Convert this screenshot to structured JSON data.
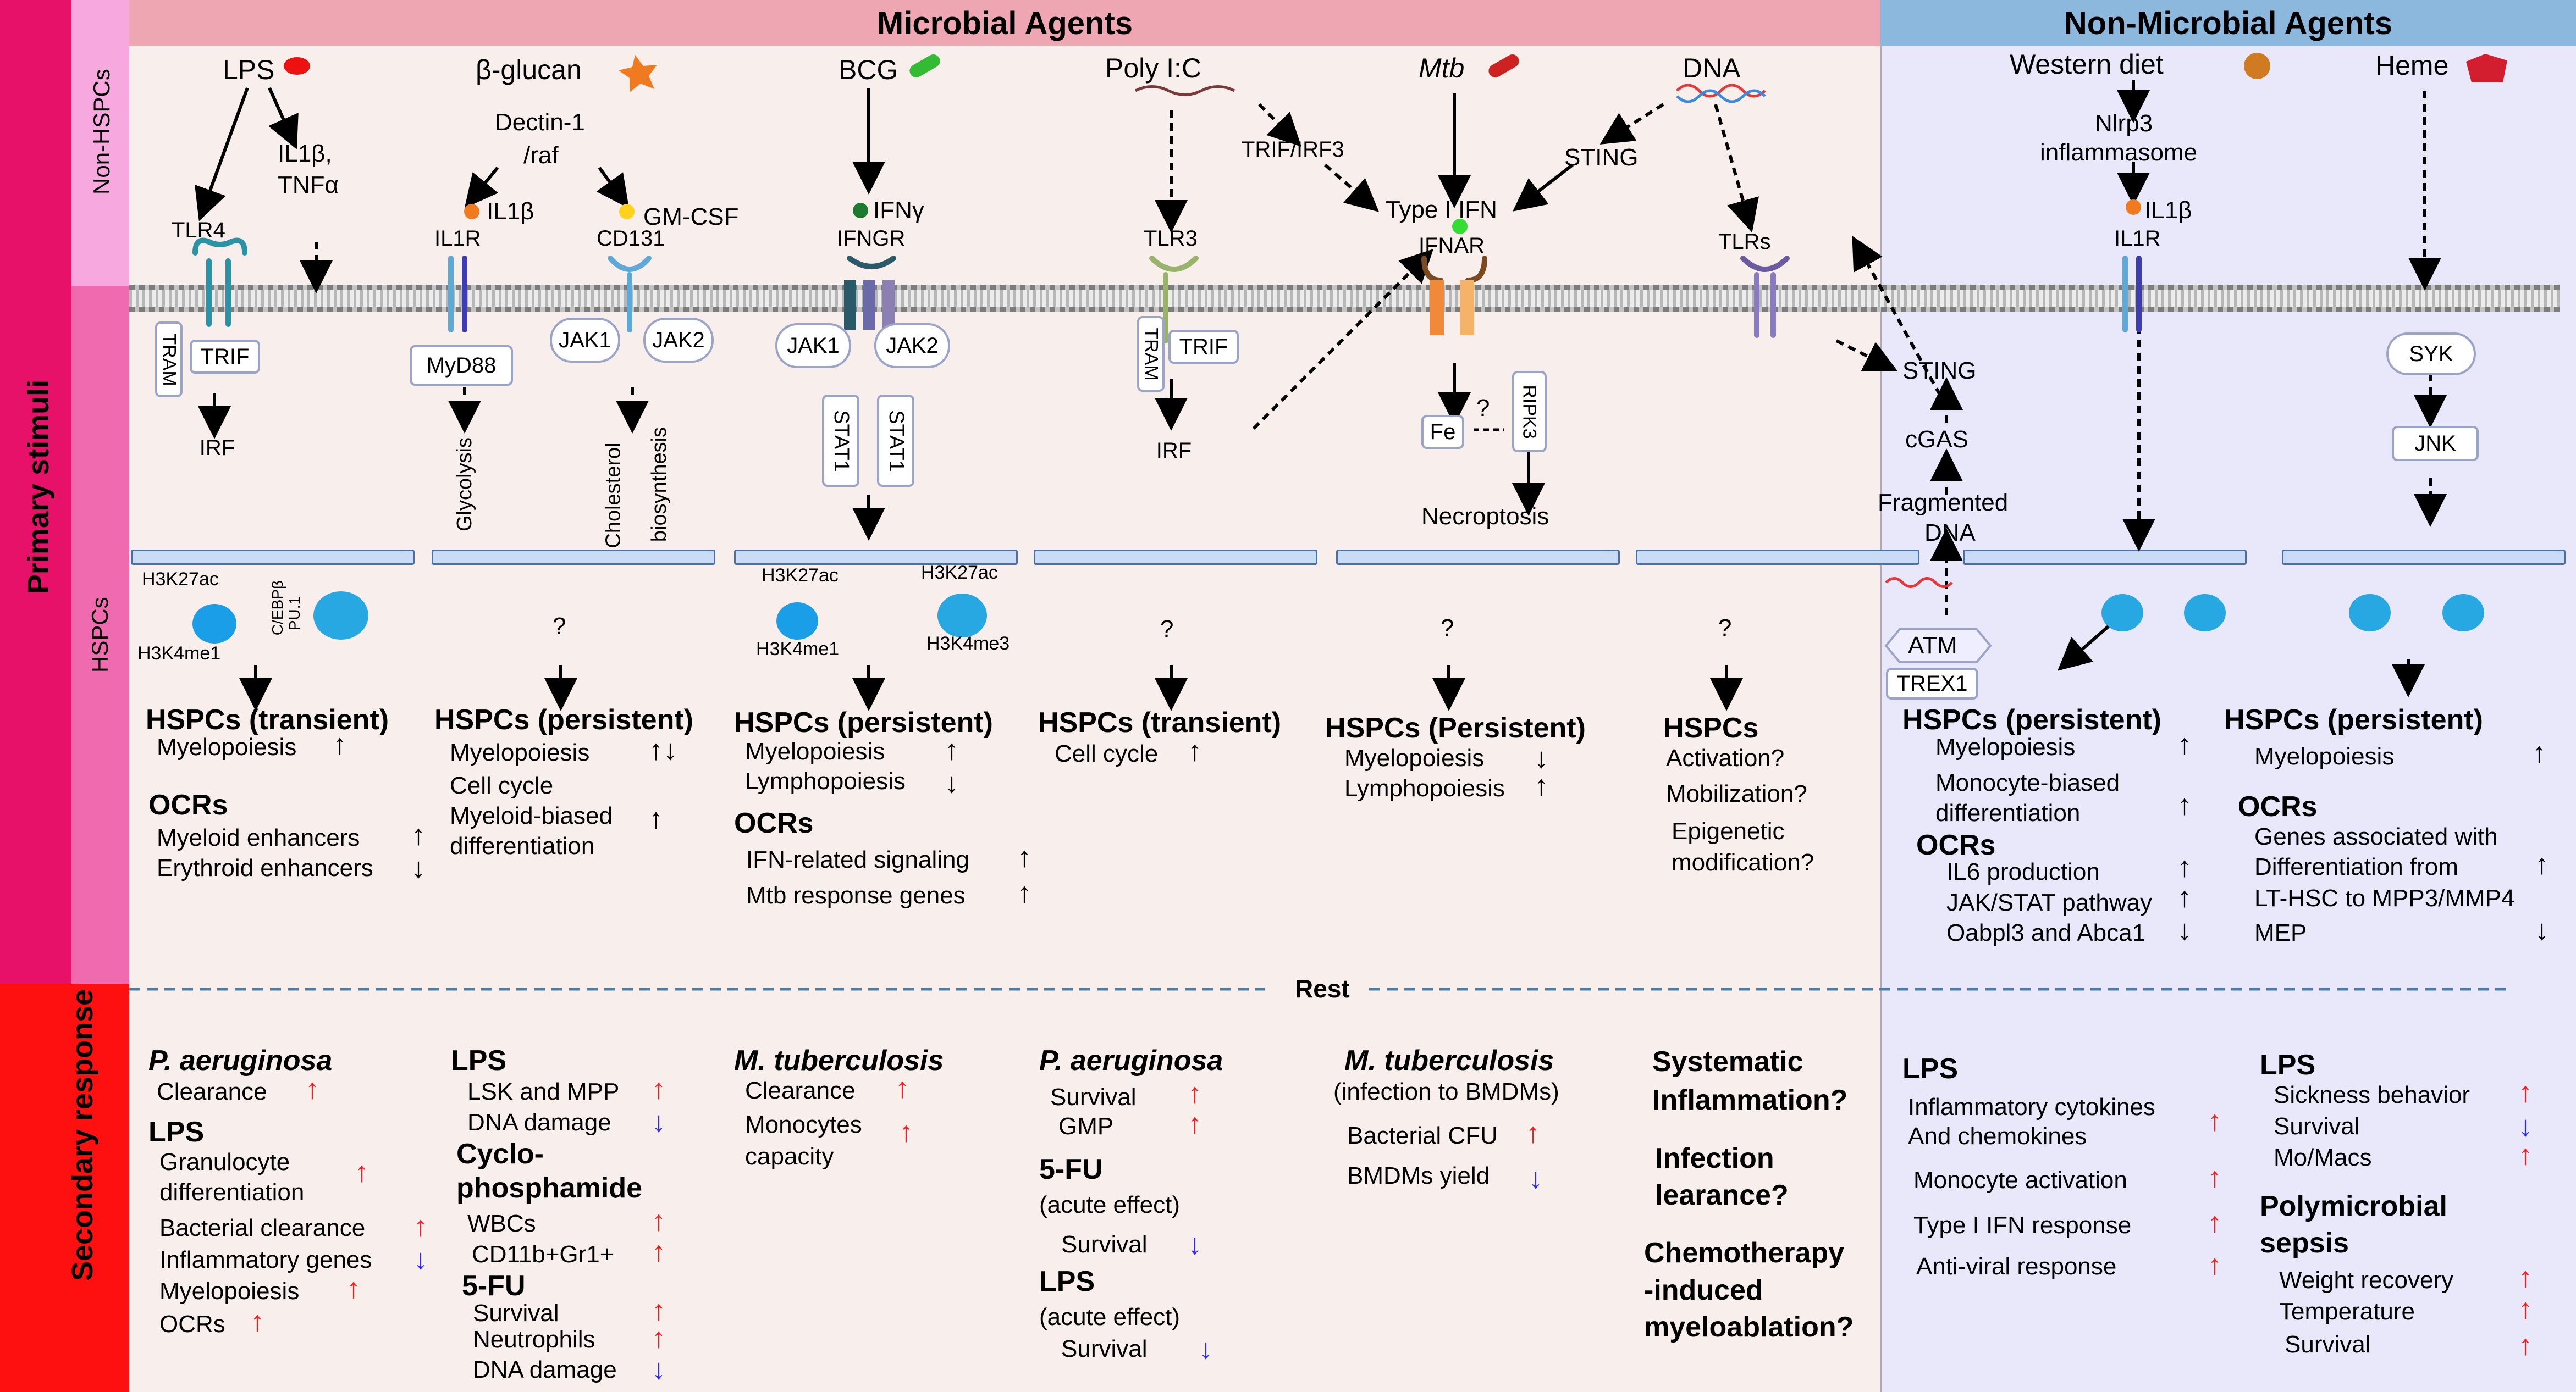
{
  "headers": {
    "microbial": "Microbial Agents",
    "non_microbial": "Non-Microbial Agents"
  },
  "side": {
    "primary": "Primary stimuli",
    "secondary": "Secondary response",
    "non_hspcs": "Non-HSPCs",
    "hspcs": "HSPCs"
  },
  "rest": "Rest",
  "colors": {
    "primary_band": "#e8116a",
    "hspc_band": "#f06ab0",
    "non_hspc_band": "#f6a8df",
    "secondary_band": "#ff1010",
    "microbial_header": "#eea6b2",
    "non_microbial_header": "#8cb8dd",
    "microbial_bg": "#f8efed",
    "non_microbial_bg": "#e9e8fb",
    "up_red": "#ff1a1a",
    "down_blue": "#2a2aff"
  },
  "cols": {
    "lps": {
      "agent": "LPS",
      "receptor": "TLR4",
      "cytokine": "IL1β,",
      "cytokine2": "TNFα",
      "adaptor1": "TRAM",
      "adaptor2": "TRIF",
      "effector": "IRF",
      "marks": [
        "H3K27ac",
        "C/EBPβ",
        "PU.1",
        "H3K4me1"
      ],
      "outcome": "HSPCs (transient)",
      "items": [
        "Myelopoiesis"
      ],
      "ocrs": "OCRs",
      "ocr_items": [
        "Myeloid enhancers",
        "Erythroid enhancers"
      ]
    },
    "bglucan": {
      "agent": "β-glucan",
      "mediator": "Dectin-1",
      "mediator2": "/raf",
      "lig1": "IL1β",
      "lig2": "GM-CSF",
      "rec1": "IL1R",
      "rec2": "CD131",
      "adaptor": "MyD88",
      "jak1": "JAK1",
      "jak2": "JAK2",
      "path1": "Glycolysis",
      "path2": "Cholesterol",
      "path2b": "biosynthesis",
      "unknown": "?",
      "outcome": "HSPCs (persistent)",
      "items": [
        "Myelopoiesis",
        "Cell cycle",
        "Myeloid-biased",
        "differentiation"
      ]
    },
    "bcg": {
      "agent": "BCG",
      "lig": "IFNγ",
      "rec": "IFNGR",
      "jak1": "JAK1",
      "jak2": "JAK2",
      "stat1": "STAT1",
      "stat2": "STAT1",
      "marks": [
        "H3K27ac",
        "H3K27ac",
        "H3K4me1",
        "H3K4me3"
      ],
      "outcome": "HSPCs  (persistent)",
      "items": [
        "Myelopoiesis",
        "Lymphopoiesis"
      ],
      "ocrs": "OCRs",
      "ocr_items": [
        "IFN-related signaling",
        "Mtb response genes"
      ]
    },
    "polyic": {
      "agent": "Poly I:C",
      "rec": "TLR3",
      "adaptor1": "TRAM",
      "adaptor2": "TRIF",
      "effector": "IRF",
      "trif": "TRIF/IRF3",
      "unknown": "?",
      "outcome": "HSPCs  (transient)",
      "items": [
        "Cell cycle"
      ]
    },
    "mtb": {
      "agent": "Mtb",
      "lig": "Type I IFN",
      "rec": "IFNAR",
      "fe": "Fe",
      "ripk": "RIPK3",
      "q": "?",
      "necro": "Necroptosis",
      "unknown": "?",
      "outcome": "HSPCs  (Persistent)",
      "items": [
        "Myelopoiesis",
        "Lymphopoiesis"
      ]
    },
    "dna": {
      "agent": "DNA",
      "sting": "STING",
      "rec": "TLRs",
      "unknown": "?",
      "outcome": "HSPCs",
      "items": [
        "Activation?",
        "Mobilization?",
        "Epigenetic",
        "modification?"
      ]
    },
    "wd": {
      "agent": "Western diet",
      "infl": "Nlrp3",
      "infl2": "inflammasome",
      "lig": "IL1β",
      "rec": "IL1R",
      "sting": "STING",
      "cgas": "cGAS",
      "frag": "Fragmented",
      "frag2": "DNA",
      "atm": "ATM",
      "trex": "TREX1",
      "outcome": "HSPCs  (persistent)",
      "items": [
        "Myelopoiesis",
        "Monocyte-biased",
        "differentiation"
      ],
      "ocrs": "OCRs",
      "ocr_items": [
        "IL6 production",
        "JAK/STAT pathway",
        "Oabpl3 and Abca1"
      ]
    },
    "heme": {
      "agent": "Heme",
      "syk": "SYK",
      "jnk": "JNK",
      "outcome": "HSPCs  (persistent)",
      "items": [
        "Myelopoiesis"
      ],
      "ocrs": "OCRs",
      "ocr_items": [
        "Genes associated with",
        "Differentiation from",
        "LT-HSC to MPP3/MMP4",
        "MEP"
      ]
    }
  },
  "secondary": {
    "c1": [
      {
        "h": "P. aeruginosa",
        "i": true
      },
      {
        "t": "Clearance"
      },
      {
        "h": "LPS"
      },
      {
        "t": "Granulocyte"
      },
      {
        "t": "differentiation"
      },
      {
        "t": "Bacterial clearance"
      },
      {
        "t": "Inflammatory genes"
      },
      {
        "t": "Myelopoiesis"
      },
      {
        "t": "OCRs"
      }
    ],
    "c2": [
      {
        "h": "LPS"
      },
      {
        "t": "LSK and MPP"
      },
      {
        "t": "DNA  damage"
      },
      {
        "h": "Cyclo-"
      },
      {
        "h": "phosphamide"
      },
      {
        "t": "WBCs"
      },
      {
        "t": "CD11b+Gr1+"
      },
      {
        "h": "5-FU"
      },
      {
        "t": "Survival"
      },
      {
        "t": "Neutrophils"
      },
      {
        "t": "DNA  damage"
      }
    ],
    "c3": [
      {
        "h": "M. tuberculosis",
        "i": true
      },
      {
        "t": "Clearance"
      },
      {
        "t": "Monocytes"
      },
      {
        "t": "capacity"
      }
    ],
    "c4": [
      {
        "h": "P. aeruginosa",
        "i": true
      },
      {
        "t": "Survival"
      },
      {
        "t": "GMP"
      },
      {
        "h": "5-FU"
      },
      {
        "t": "(acute effect)"
      },
      {
        "t": "Survival"
      },
      {
        "h": "LPS"
      },
      {
        "t": "(acute effect)"
      },
      {
        "t": "Survival"
      }
    ],
    "c5": [
      {
        "h": "M. tuberculosis",
        "i": true
      },
      {
        "t": "(infection to BMDMs)"
      },
      {
        "t": "Bacterial CFU"
      },
      {
        "t": "BMDMs yield"
      }
    ],
    "c6": [
      {
        "h": "Systematic"
      },
      {
        "h": "Inflammation?"
      },
      {
        "h": "Infection"
      },
      {
        "h": "learance?"
      },
      {
        "h": "Chemotherapy"
      },
      {
        "h": "-induced"
      },
      {
        "h": "myeloablation?"
      }
    ],
    "c7": [
      {
        "h": "LPS"
      },
      {
        "t": "Inflammatory cytokines"
      },
      {
        "t": "And chemokines"
      },
      {
        "t": "Monocyte activation"
      },
      {
        "t": "Type I IFN response"
      },
      {
        "t": "Anti-viral response"
      }
    ],
    "c8": [
      {
        "h": "LPS"
      },
      {
        "t": "Sickness  behavior"
      },
      {
        "t": "Survival"
      },
      {
        "t": "Mo/Macs"
      },
      {
        "h": "Polymicrobial"
      },
      {
        "h": "sepsis"
      },
      {
        "t": "Weight recovery"
      },
      {
        "t": "Temperature"
      },
      {
        "t": "Survival"
      }
    ]
  }
}
